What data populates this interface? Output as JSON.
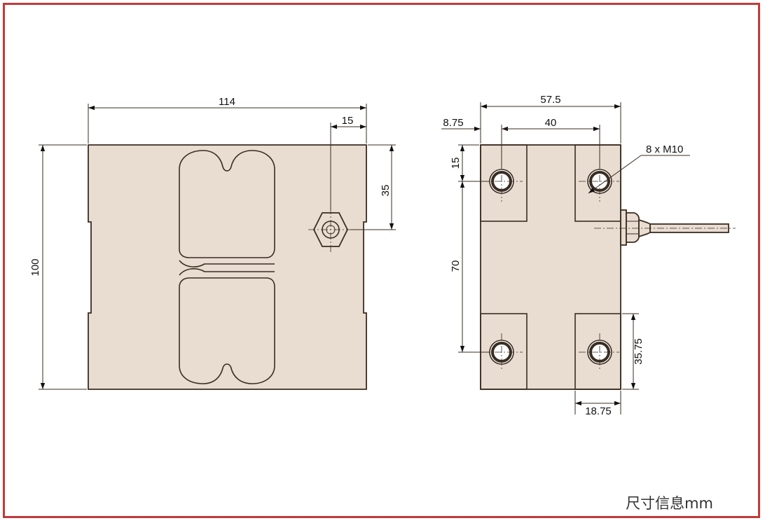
{
  "front_view": {
    "width": "114",
    "height": "100",
    "hole_offset_x": "15",
    "hole_offset_y": "35"
  },
  "side_view": {
    "total_width": "57.5",
    "edge_offset": "8.75",
    "hole_spacing_x": "40",
    "top_offset": "15",
    "hole_spacing_y": "70",
    "bottom_offset": "35.75",
    "pad_width": "18.75",
    "thread_callout": "8 x M10"
  },
  "caption": "尺寸信息mm",
  "colors": {
    "border": "#c23a3a",
    "part_fill": "#e8ddd0",
    "line": "#3a2d22"
  }
}
